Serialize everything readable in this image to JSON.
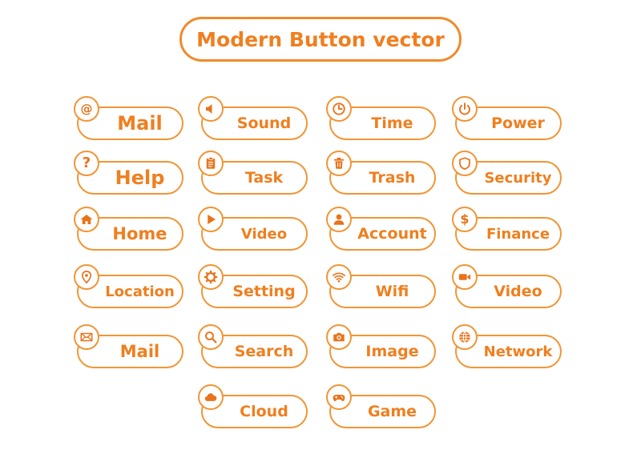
{
  "title": "Modern Button vector",
  "colors": {
    "accent": "#ef7f1f",
    "border": "#f19535",
    "background": "#ffffff"
  },
  "buttons": [
    {
      "label": "Mail",
      "icon": "at-sign-icon"
    },
    {
      "label": "Sound",
      "icon": "speaker-icon"
    },
    {
      "label": "Time",
      "icon": "clock-icon"
    },
    {
      "label": "Power",
      "icon": "power-icon"
    },
    {
      "label": "Help",
      "icon": "question-mark-icon"
    },
    {
      "label": "Task",
      "icon": "clipboard-icon"
    },
    {
      "label": "Trash",
      "icon": "trash-icon"
    },
    {
      "label": "Security",
      "icon": "shield-icon"
    },
    {
      "label": "Home",
      "icon": "house-icon"
    },
    {
      "label": "Video",
      "icon": "play-icon"
    },
    {
      "label": "Account",
      "icon": "user-icon"
    },
    {
      "label": "Finance",
      "icon": "dollar-icon"
    },
    {
      "label": "Location",
      "icon": "location-pin-icon"
    },
    {
      "label": "Setting",
      "icon": "gear-icon"
    },
    {
      "label": "Wifi",
      "icon": "wifi-icon"
    },
    {
      "label": "Video",
      "icon": "video-camera-icon"
    },
    {
      "label": "Mail",
      "icon": "envelope-icon"
    },
    {
      "label": "Search",
      "icon": "magnifier-icon"
    },
    {
      "label": "Image",
      "icon": "camera-icon"
    },
    {
      "label": "Network",
      "icon": "globe-icon"
    },
    {
      "label": "Cloud",
      "icon": "cloud-icon"
    },
    {
      "label": "Game",
      "icon": "gamepad-icon"
    }
  ]
}
